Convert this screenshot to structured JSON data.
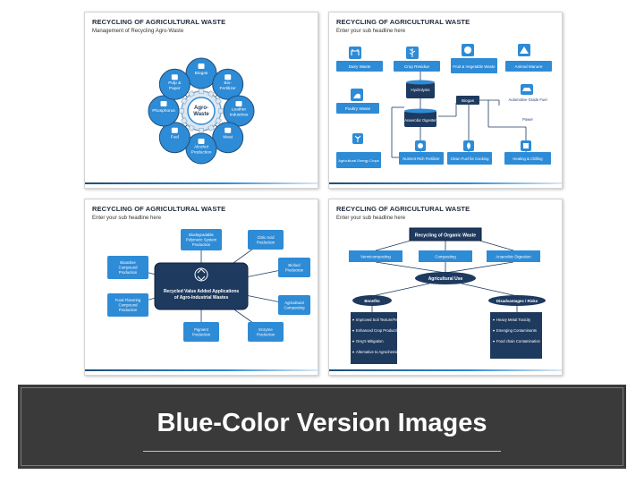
{
  "colors": {
    "primary": "#2e8bd6",
    "dark": "#1f4e79",
    "navy": "#1e3a5f",
    "banner_bg": "#3a3a3a",
    "banner_text": "#ffffff"
  },
  "slide1": {
    "title": "RECYCLING OF AGRICULTURAL WASTE",
    "subtitle": "Management of Recycling Agro-Waste",
    "center": [
      "Agro-",
      "Waste"
    ],
    "petals": [
      {
        "label": [
          "Biogas"
        ],
        "icon": "gas-cylinder-icon"
      },
      {
        "label": [
          "Bio-",
          "Fertilizer"
        ],
        "icon": "fertilizer-bag-icon"
      },
      {
        "label": [
          "Leather",
          "Industries"
        ],
        "icon": "leather-hide-icon"
      },
      {
        "label": [
          "Meat"
        ],
        "icon": "cow-icon"
      },
      {
        "label": [
          "Alcohol",
          "Production"
        ],
        "icon": "flask-icon"
      },
      {
        "label": [
          "Fuel"
        ],
        "icon": "fuel-pump-icon"
      },
      {
        "label": [
          "Phosphorus"
        ],
        "icon": "atom-icon"
      },
      {
        "label": [
          "Pulp &",
          "Paper"
        ],
        "icon": "paper-stack-icon"
      }
    ]
  },
  "slide2": {
    "title": "RECYCLING OF AGRICULTURAL WASTE",
    "subtitle": "Enter your sub headline here",
    "sources": [
      "Dairy Waste",
      "Crop Residue",
      "Fruit & Vegetable Waste",
      "Animal Manure"
    ],
    "poultry": "Poultry Waste",
    "hydrolysis": "Hydrolysis",
    "digester": "Anaerobic Digester",
    "biogas": "Biogas",
    "auto_fuel": "Automotive Grade Fuel",
    "power": "Power",
    "outputs": [
      "Agricultural Energy Crops",
      "Nutrient Rich Fertilizer",
      "Clean Fuel for Cooking",
      "Heating & Chilling"
    ]
  },
  "slide3": {
    "title": "RECYCLING OF AGRICULTURAL WASTE",
    "subtitle": "Enter your sub headline here",
    "center": [
      "Recycled Value Added Applications",
      "of Agro-Industrial Wastes"
    ],
    "items": [
      [
        "Biodegradable",
        "Polymeric System",
        "Production"
      ],
      [
        "Citric Acid",
        "Production"
      ],
      [
        "Biofuel",
        "Production"
      ],
      [
        "Agricultural",
        "Composting"
      ],
      [
        "Enzyme",
        "Production"
      ],
      [
        "Pigment",
        "Production"
      ],
      [
        "Food Flavoring",
        "Compound",
        "Production"
      ],
      [
        "Bioactive",
        "Compound",
        "Production"
      ]
    ]
  },
  "slide4": {
    "title": "RECYCLING OF AGRICULTURAL WASTE",
    "subtitle": "Enter your sub headline here",
    "root": "Recycling of Organic Waste",
    "methods": [
      "Vermicomposting",
      "Composting",
      "Anaerobic Digestion"
    ],
    "use": "Agricultural Use",
    "benefits": {
      "title": "Benefits",
      "items": [
        "Improved Soil Texture/Fertility",
        "Enhanced Crop Productivity",
        "GHg's Mitigation",
        "Alternative to Agrochemicals"
      ]
    },
    "disadvantages": {
      "title": "Disadvantages / Risks",
      "items": [
        "Heavy Metal Toxicity",
        "Emerging Contaminants",
        "Food chain Contamination"
      ]
    }
  },
  "banner": {
    "title": "Blue-Color Version Images"
  }
}
